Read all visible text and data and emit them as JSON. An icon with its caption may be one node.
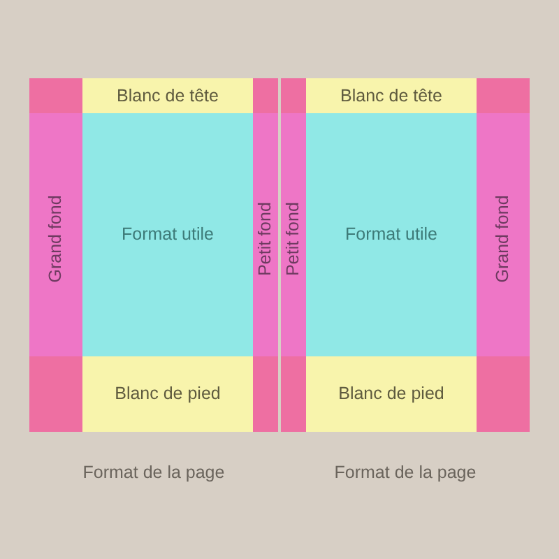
{
  "diagram": {
    "nodes": [
      {
        "text": [
          "Format de la page"
        ]
      },
      {
        "text": [],
        "shape": "box",
        "in": 0
      },
      {
        "text": [
          "Blanc de tête"
        ],
        "in": 0
      },
      {
        "text": [],
        "shape": "box",
        "in": 0
      },
      {
        "text": [
          "Grand fond"
        ],
        "in": 0
      },
      {
        "text": [
          "Format utile"
        ],
        "in": 0
      },
      {
        "text": [
          "Petit fond"
        ],
        "in": 0
      },
      {
        "text": [],
        "shape": "box",
        "in": 0
      },
      {
        "text": [
          "Blanc de pied"
        ],
        "in": 0
      },
      {
        "text": [],
        "shape": "box",
        "in": 0
      },
      {
        "text": [
          "Format de la page"
        ]
      },
      {
        "text": [],
        "shape": "box",
        "in": 10
      },
      {
        "text": [
          "Blanc de tête"
        ],
        "in": 10
      },
      {
        "text": [],
        "shape": "box",
        "in": 10
      },
      {
        "text": [
          "Petit fond"
        ],
        "in": 10
      },
      {
        "text": [
          "Format utile"
        ],
        "in": 10
      },
      {
        "text": [
          "Grand fond"
        ],
        "in": 10
      },
      {
        "text": [],
        "shape": "box",
        "in": 10
      },
      {
        "text": [
          "Blanc de pied"
        ],
        "in": 10
      },
      {
        "text": [],
        "shape": "box",
        "in": 10
      }
    ]
  }
}
